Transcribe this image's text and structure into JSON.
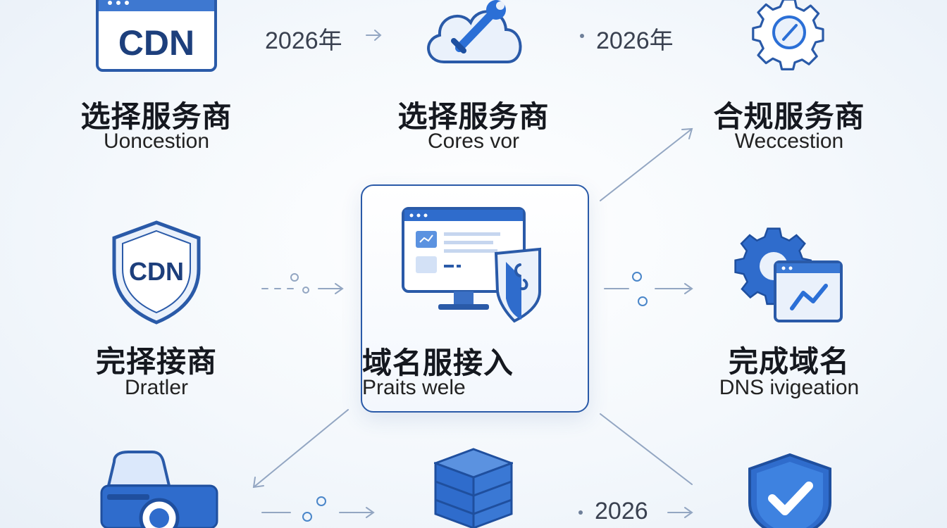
{
  "nodes": {
    "top_left": {
      "title": "选择服务商",
      "subtitle": "Uoncestion",
      "badge": "CDN"
    },
    "top_center": {
      "title": "选择服务商",
      "subtitle": "Cores vor"
    },
    "top_right": {
      "title": "合规服务商",
      "subtitle": "Weccestion"
    },
    "mid_left": {
      "title": "完择接商",
      "subtitle": "Dratler",
      "badge": "CDN"
    },
    "center": {
      "title": "域名服接入",
      "subtitle": "Praits wele"
    },
    "mid_right": {
      "title": "完成域名",
      "subtitle": "DNS ivigeation"
    }
  },
  "connector_labels": {
    "top_left_to_center": "2026年",
    "top_center_to_right": "2026年",
    "bottom_center_to_right": "2026"
  },
  "icons": {
    "top_left": "cdn-window-icon",
    "top_center": "cloud-wrench-icon",
    "top_right": "gear-icon",
    "mid_left": "cdn-shield-icon",
    "center": "monitor-dashboard-icon",
    "mid_right": "gear-chart-icon",
    "bottom_left": "router-device-icon",
    "bottom_center": "server-stack-icon",
    "bottom_right": "check-shield-icon"
  },
  "colors": {
    "accent": "#2a63c8",
    "accent_light": "#dbe8fb",
    "outline": "#2a5aa8"
  }
}
